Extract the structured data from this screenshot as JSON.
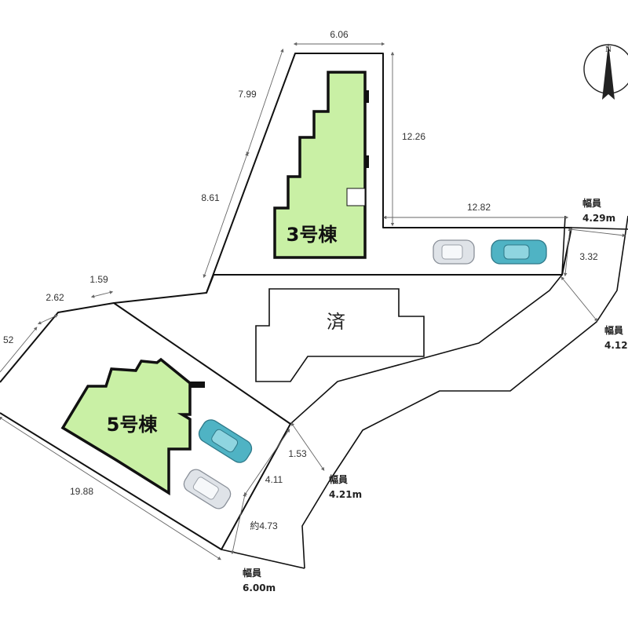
{
  "north_label": "N",
  "buildings": {
    "lot3": "3号棟",
    "lot5": "5号棟",
    "sold": "済"
  },
  "dimensions": {
    "top": "6.06",
    "upper_left": "7.99",
    "right_vertical": "12.26",
    "lower_left": "8.61",
    "right_horizontal": "12.82",
    "road_gap": "3.32",
    "mid": "1.59",
    "left_upper": "2.62",
    "left_side": "52",
    "bottom_left": "19.88",
    "corner_a": "1.53",
    "corner_b": "4.11",
    "corner_c": "約4.73"
  },
  "roads": [
    {
      "label": "幅員",
      "value": "4.29m"
    },
    {
      "label": "幅員",
      "value": "4.12"
    },
    {
      "label": "幅員",
      "value": "4.21m"
    },
    {
      "label": "幅員",
      "value": "6.00m"
    }
  ],
  "colors": {
    "building_fill": "#c9f0a5",
    "car_teal": "#4fb3c4",
    "car_grey": "#dfe3e8"
  }
}
